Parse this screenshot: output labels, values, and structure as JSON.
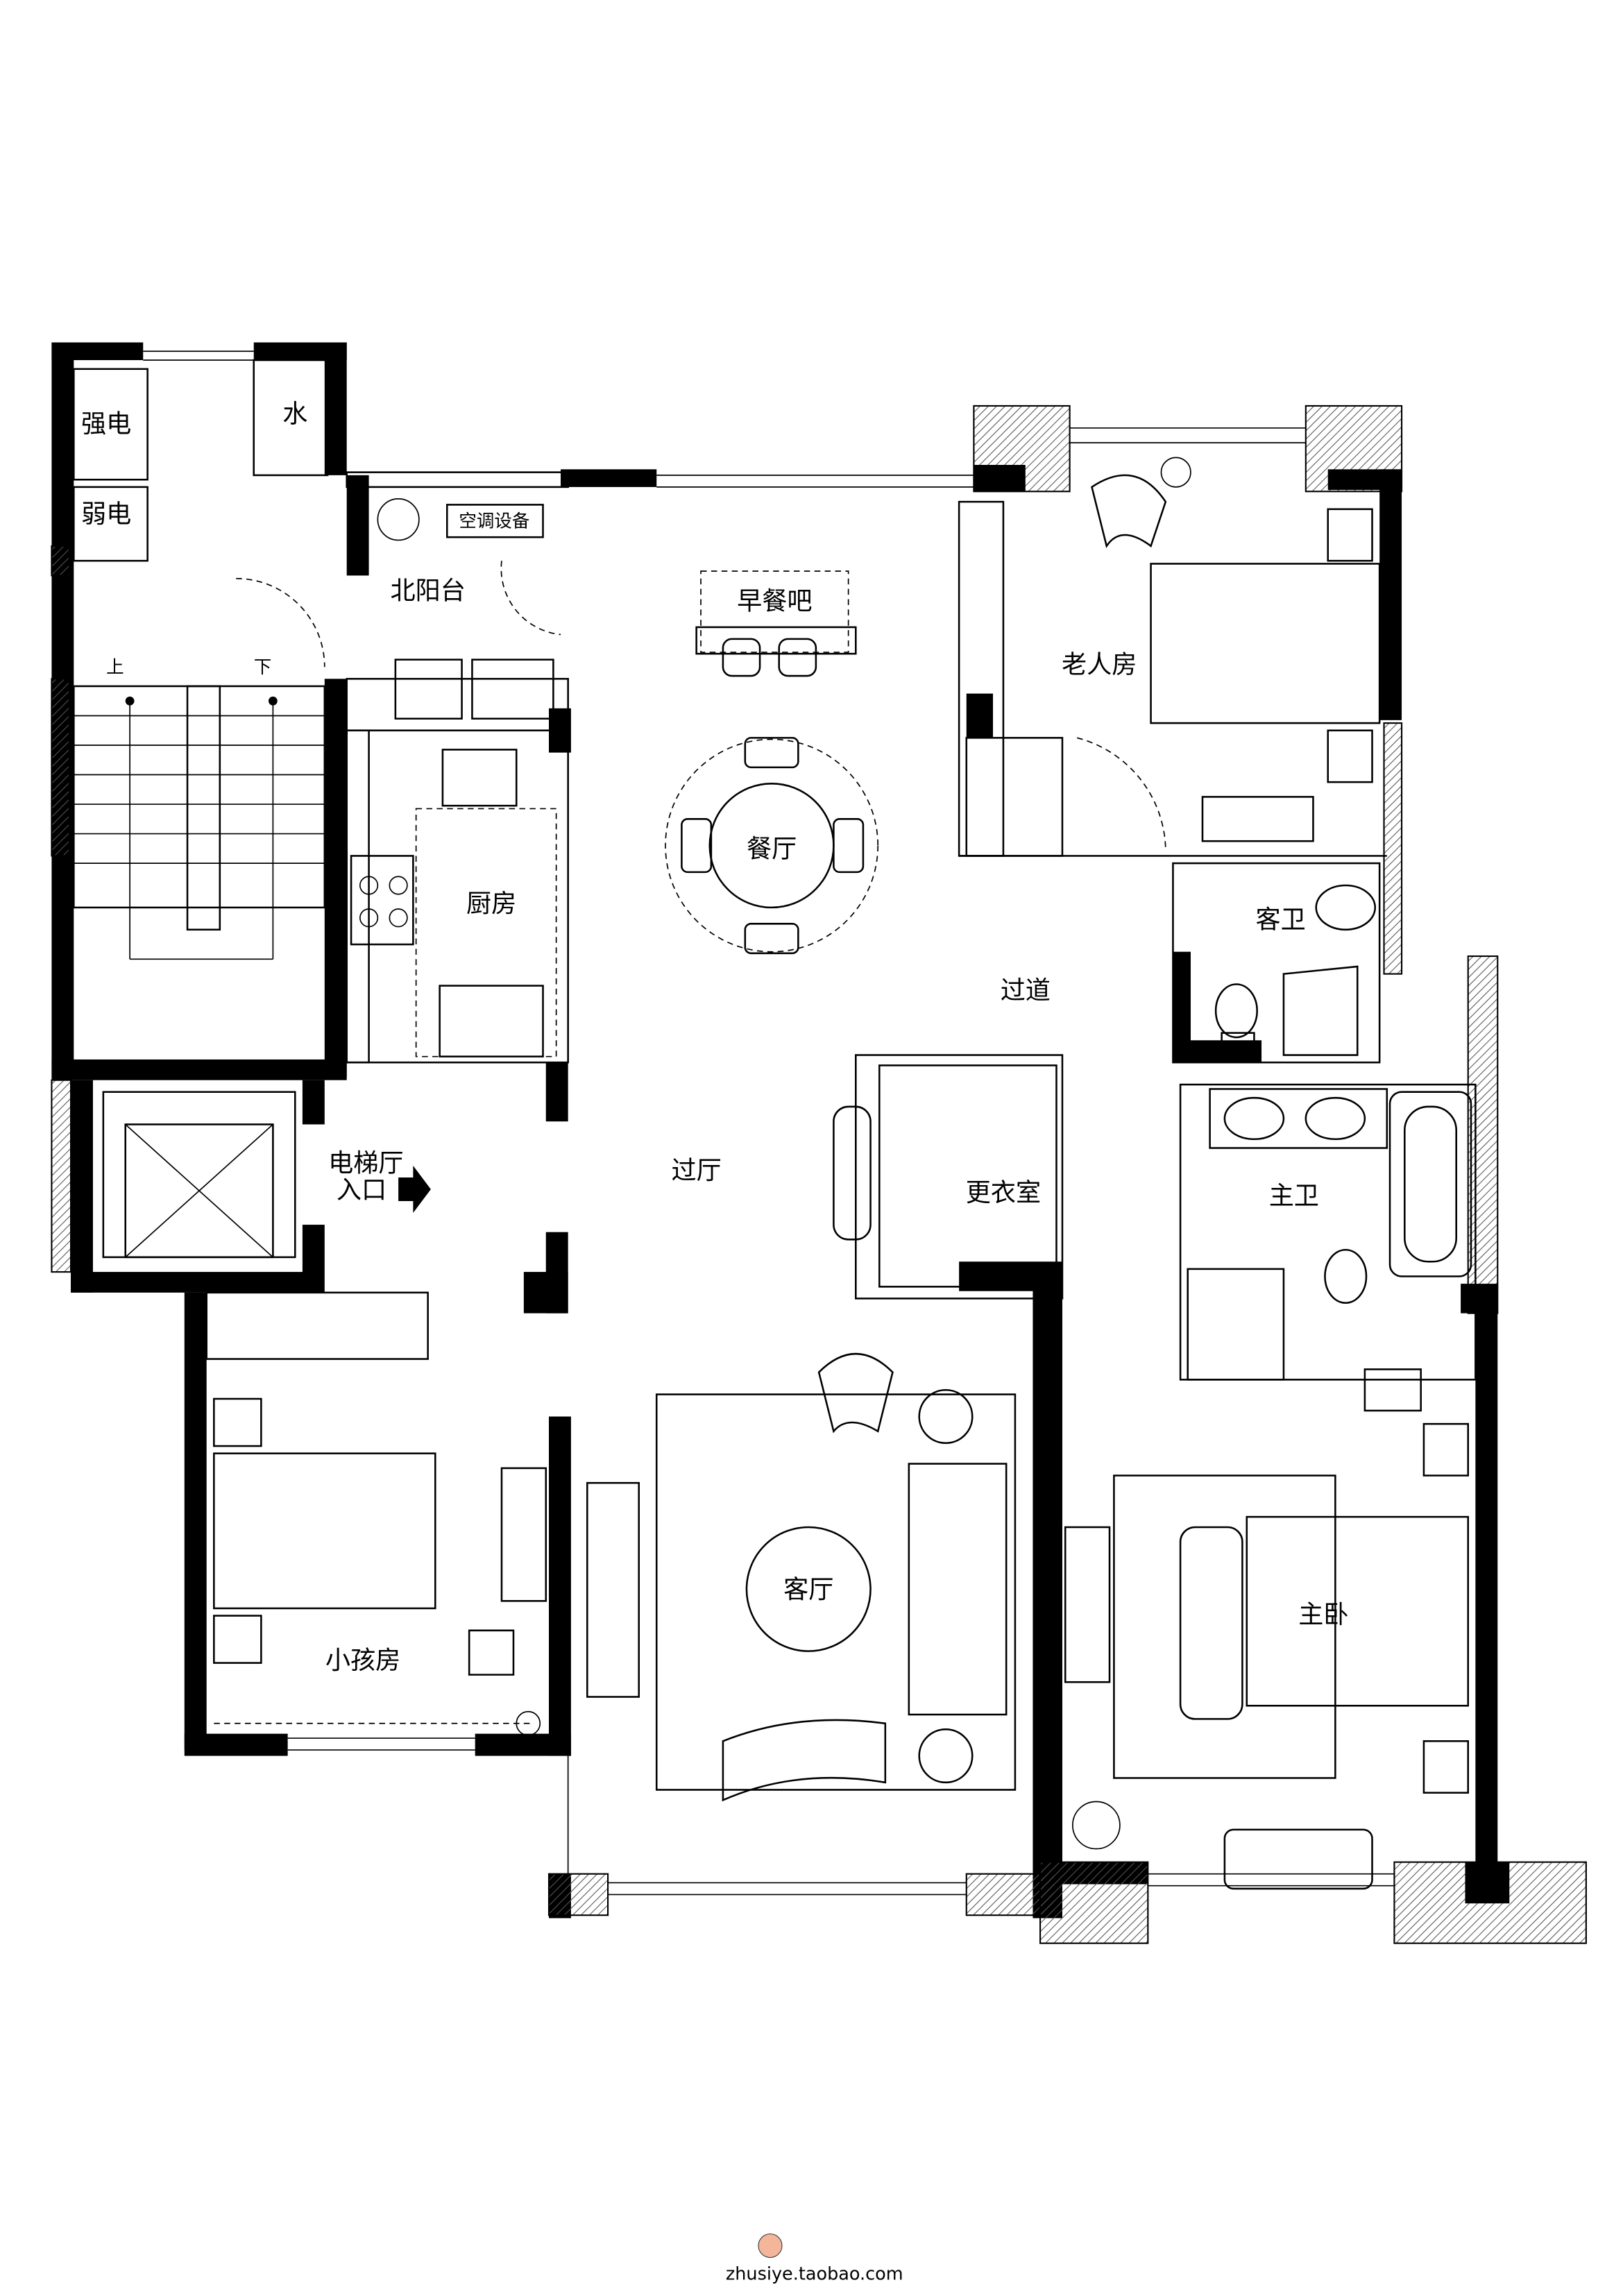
{
  "rooms": {
    "strong_power": "强电",
    "water": "水",
    "weak_power": "弱电",
    "north_balcony": "北阳台",
    "ac_equipment": "空调设备",
    "breakfast_bar": "早餐吧",
    "elderly_room": "老人房",
    "dining": "餐厅",
    "kitchen": "厨房",
    "guest_bath": "客卫",
    "corridor": "过道",
    "elevator_hall": "电梯厅",
    "entrance": "入口",
    "foyer": "过厅",
    "dressing_room": "更衣室",
    "master_bath": "主卫",
    "living_room": "客厅",
    "kids_room": "小孩房",
    "master_bedroom": "主卧"
  },
  "stairs": {
    "up": "上",
    "down": "下"
  },
  "watermark": "zhusiye.taobao.com"
}
